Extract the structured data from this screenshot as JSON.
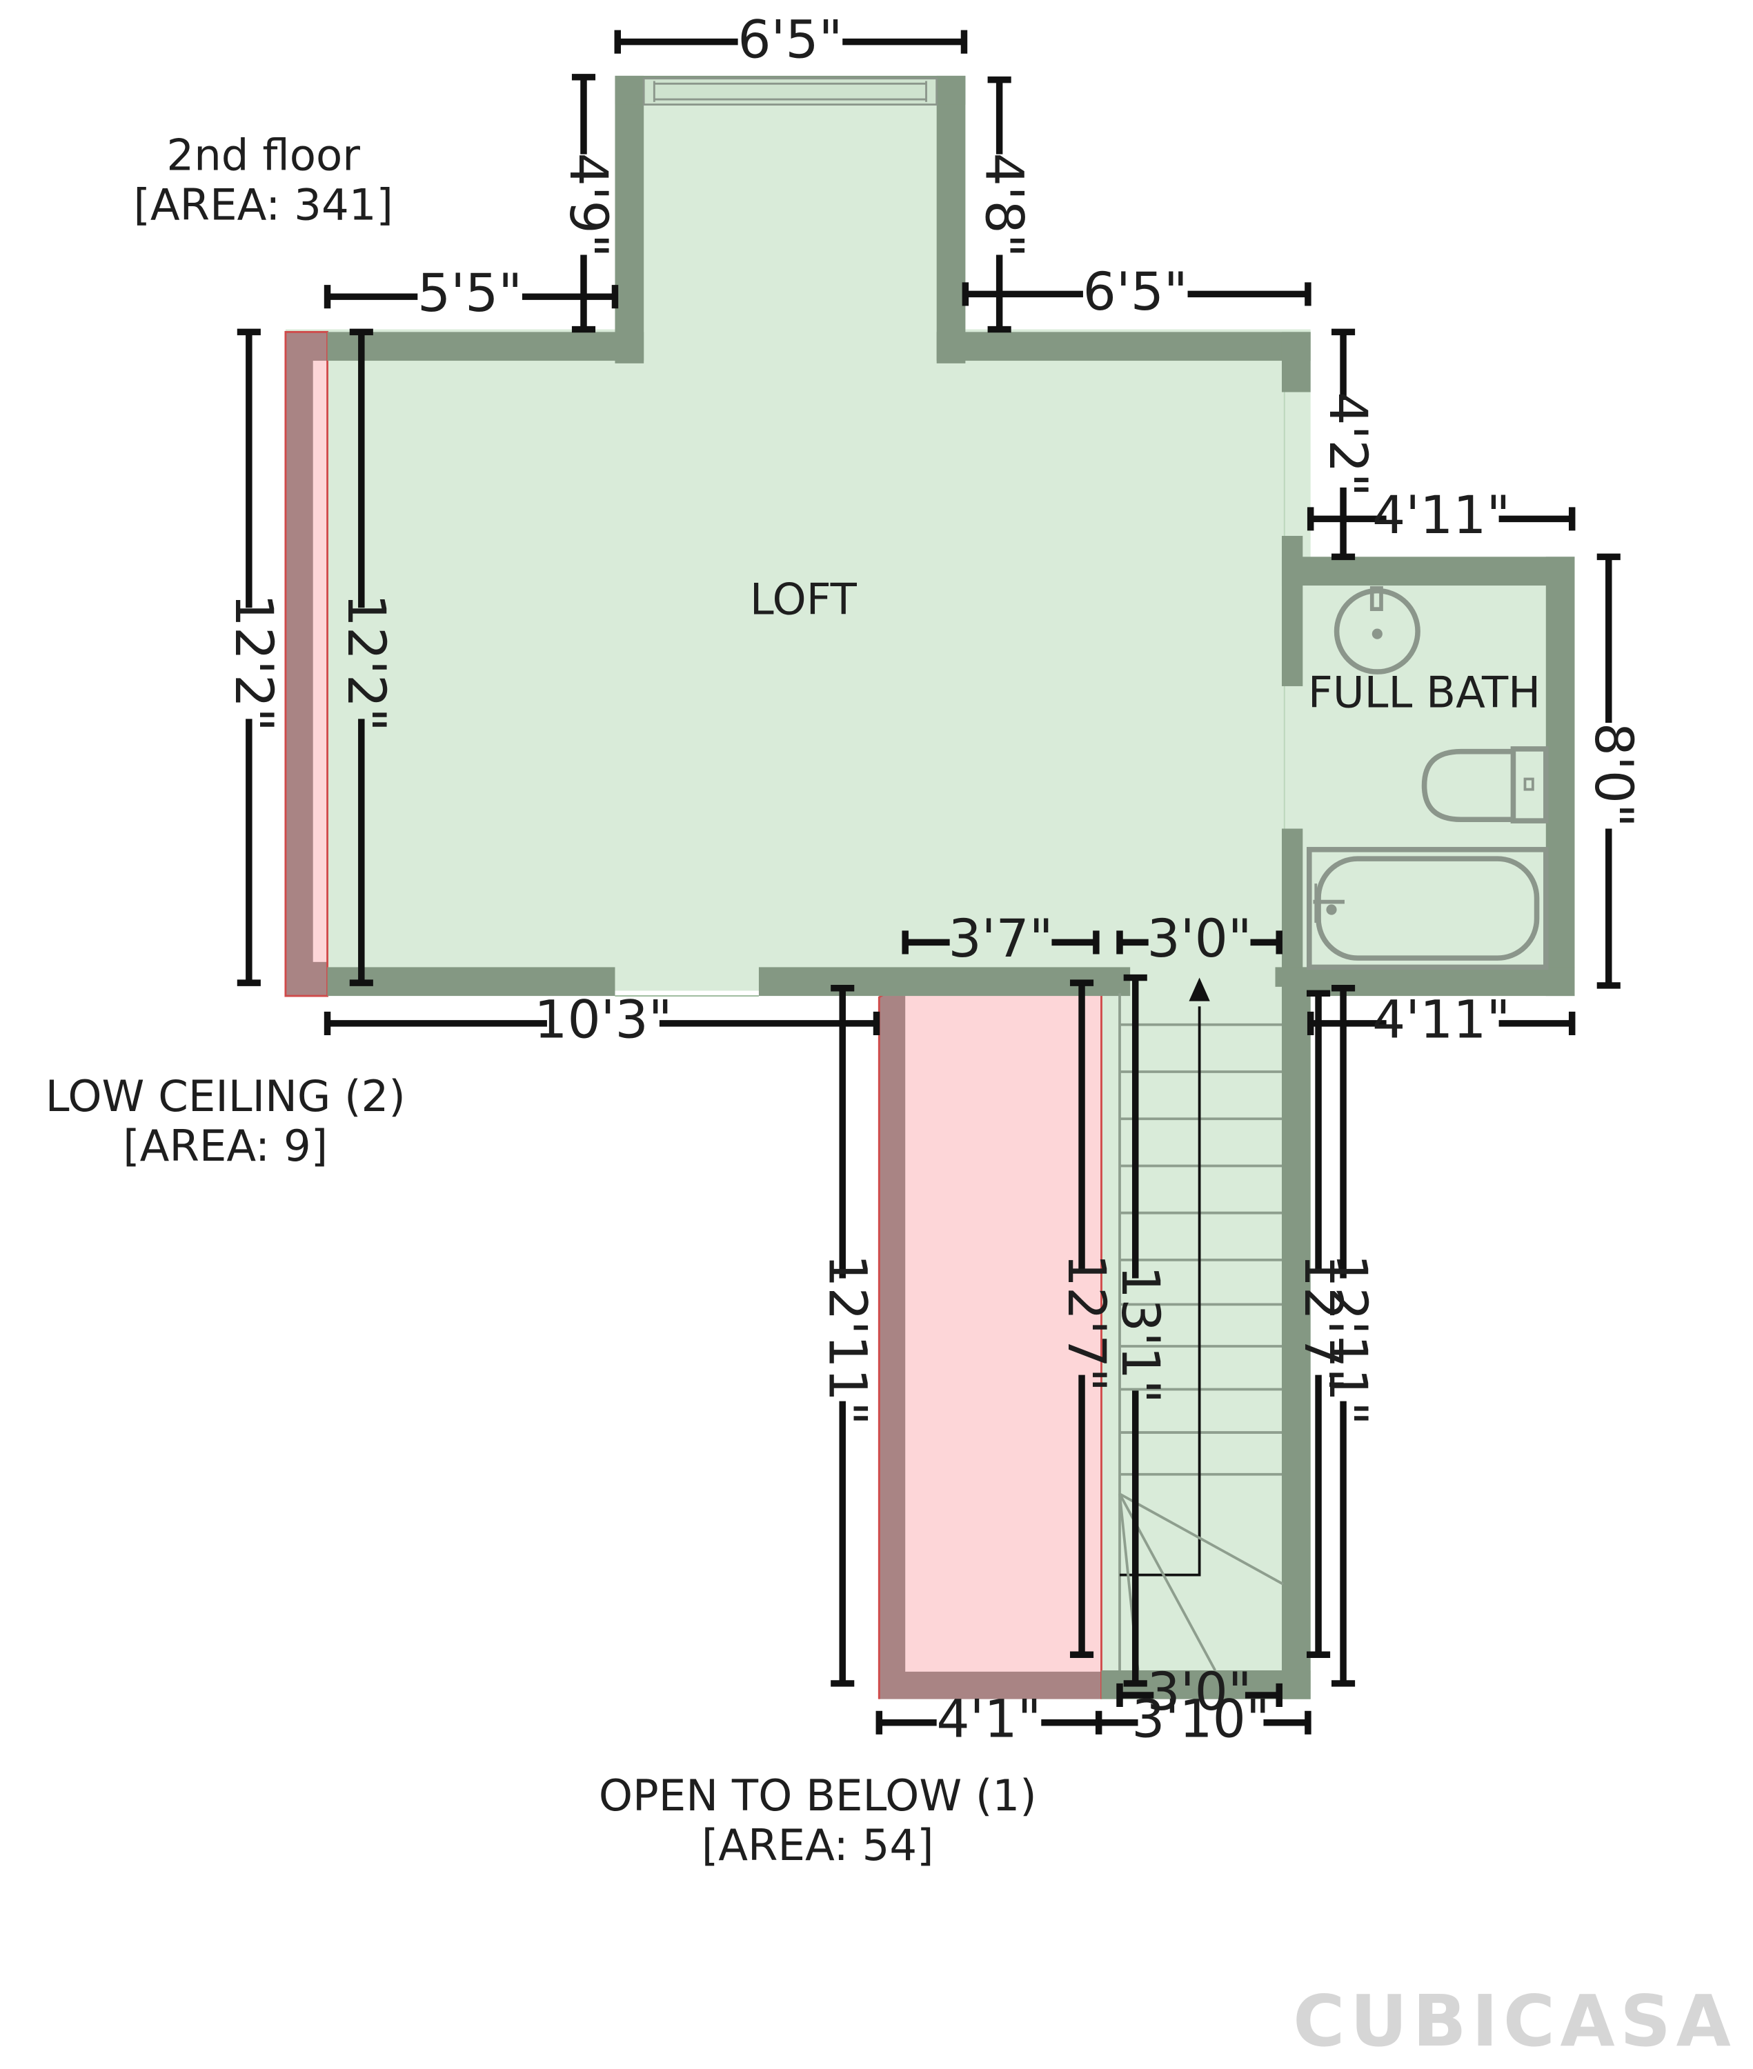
{
  "floor": {
    "name": "2nd floor",
    "area": "[AREA: 341]"
  },
  "rooms": {
    "loft": "LOFT",
    "full_bath": "FULL BATH"
  },
  "zones": {
    "low_ceiling": {
      "name": "LOW CEILING (2)",
      "area": "[AREA: 9]"
    },
    "open_to_below": {
      "name": "OPEN TO BELOW (1)",
      "area": "[AREA: 54]"
    }
  },
  "dimensions": {
    "bay_width": "6'5\"",
    "bay_depth_left": "4'9\"",
    "bay_depth_right": "4'8\"",
    "top_left_wall": "5'5\"",
    "top_right_wall": "6'5\"",
    "loft_outer_height": "12'2\"",
    "loft_inner_height": "12'2\"",
    "right_upper_wall": "4'2\"",
    "bath_top_width": "4'11\"",
    "bath_height": "8'0\"",
    "loft_bottom_width": "10'3\"",
    "stair_gap_left": "3'7\"",
    "stair_opening": "3'0\"",
    "bath_bottom_width": "4'11\"",
    "otb_outer_height": "12'11\"",
    "otb_inner_height": "12'7\"",
    "stair_run": "13'1\"",
    "stair_right_inner": "12'7\"",
    "stair_right_outer": "12'11\"",
    "stair_bottom_inner": "3'0\"",
    "otb_bottom_width": "4'1\"",
    "stair_bottom_outer": "3'10\""
  },
  "branding": {
    "logo_text": "CUBICASA"
  },
  "colors": {
    "wall": "#849883",
    "floor": "#d9ebd9",
    "low_ceiling_wall": "#a98484",
    "open_to_below_fill": "#fdd6d8",
    "window": "#cfe3cf",
    "logo": "#d6d6d6"
  }
}
